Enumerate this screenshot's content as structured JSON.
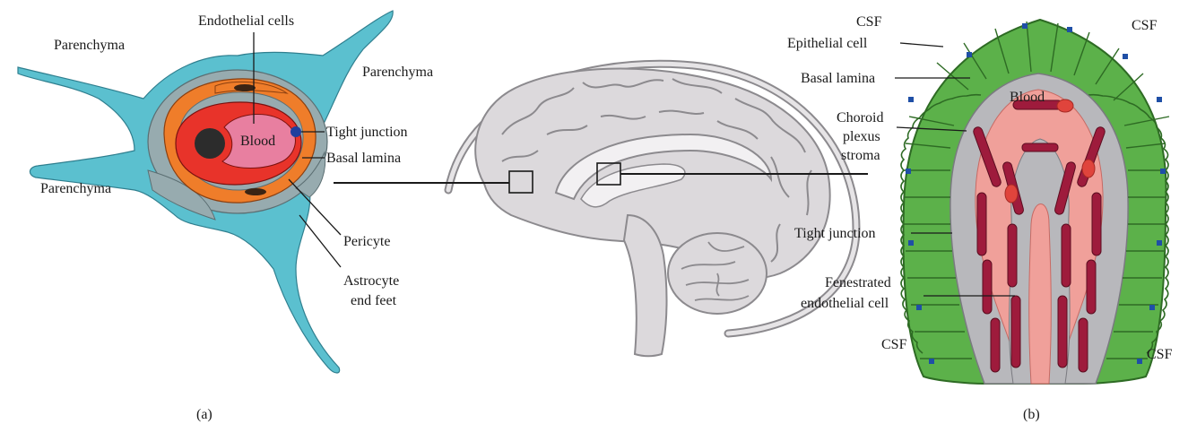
{
  "panel_a": {
    "caption": "(a)",
    "labels": {
      "parenchyma_top_left": "Parenchyma",
      "parenchyma_top_right": "Parenchyma",
      "parenchyma_left": "Parenchyma",
      "endothelial_cells": "Endothelial cells",
      "blood": "Blood",
      "tight_junction": "Tight junction",
      "basal_lamina": "Basal lamina",
      "pericyte": "Pericyte",
      "astrocyte_line1": "Astrocyte",
      "astrocyte_line2": "end feet"
    },
    "colors": {
      "astrocyte": "#5bc0cf",
      "basal_lamina": "#97abaf",
      "pericyte": "#ef7d2a",
      "endothelium": "#e8332a",
      "lumen": "#e87fa0",
      "nucleus": "#2c2c2c",
      "tight_junction": "#1f3f9e"
    }
  },
  "brain": {
    "colors": {
      "fill": "#dcd9dc",
      "stroke": "#8c8a8e"
    }
  },
  "panel_b": {
    "caption": "(b)",
    "labels": {
      "csf_top_left": "CSF",
      "csf_top_right": "CSF",
      "epithelial_cell": "Epithelial cell",
      "basal_lamina": "Basal lamina",
      "blood": "Blood",
      "stroma_line1": "Choroid",
      "stroma_line2": "plexus",
      "stroma_line3": "stroma",
      "tight_junction": "Tight junction",
      "fenestrated_line1": "Fenestrated",
      "fenestrated_line2": "endothelial cell",
      "csf_bottom_left": "CSF",
      "csf_bottom_right": "CSF"
    },
    "colors": {
      "epithelium": "#5cb14a",
      "epithelium_dark": "#3f8a33",
      "stroma": "#b8b8bc",
      "blood": "#f0a09a",
      "vessel": "#9e1b3c",
      "junction": "#1f4fa6",
      "rbc": "#e0443c"
    }
  }
}
